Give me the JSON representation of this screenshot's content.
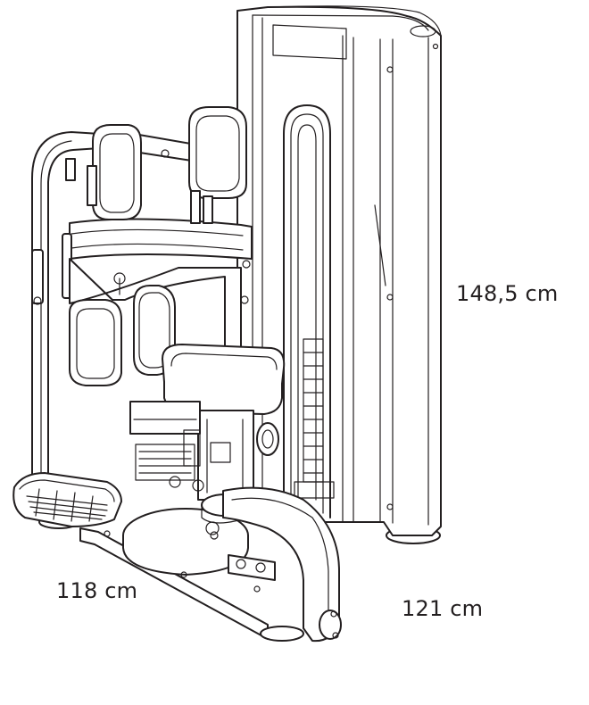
{
  "diagram": {
    "subject": "machine-line-drawing",
    "dimensions": {
      "height": "148,5 cm",
      "depth": "118 cm",
      "width": "121 cm"
    },
    "colors": {
      "ink": "#231f20",
      "background": "#ffffff"
    }
  }
}
